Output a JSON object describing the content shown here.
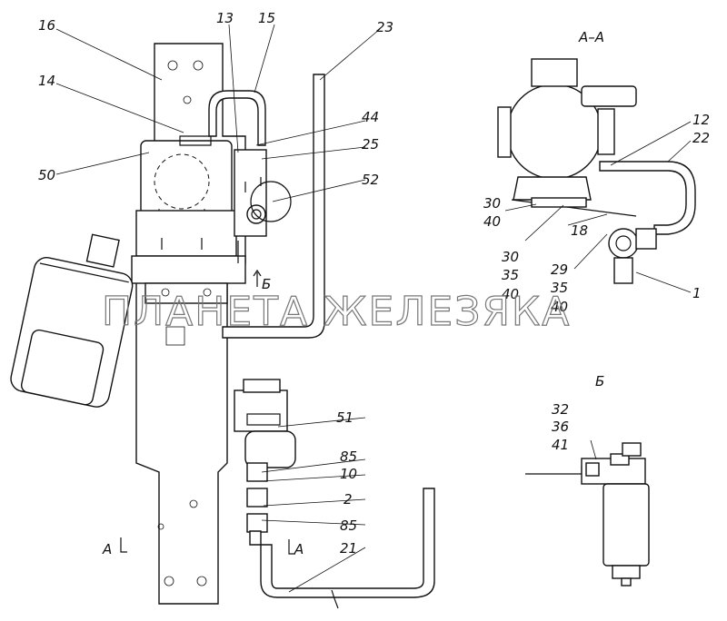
{
  "section_titles": {
    "view_aa": "А–А",
    "view_b": "Б"
  },
  "watermark": "ПЛАНЕТА ЖЕЛЕЗЯКА",
  "section_marks": {
    "b_arrow": "Б",
    "a_left": "А",
    "a_right": "А"
  },
  "callouts": {
    "main": [
      "16",
      "13",
      "15",
      "23",
      "14",
      "44",
      "25",
      "50",
      "52",
      "51",
      "85",
      "10",
      "2",
      "85",
      "21"
    ],
    "view_aa": [
      "12",
      "22",
      "30",
      "40",
      "18",
      "30",
      "35",
      "40",
      "29",
      "35",
      "40",
      "1"
    ],
    "view_b": [
      "32",
      "36",
      "41"
    ]
  }
}
